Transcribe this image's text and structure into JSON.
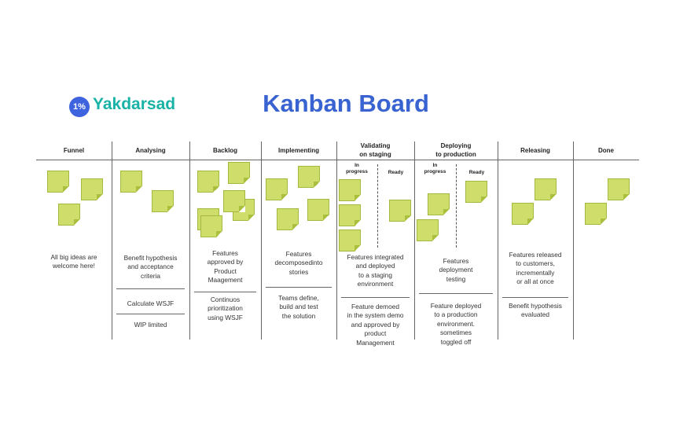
{
  "header": {
    "logo_mark": "1%",
    "logo_text": "Yakdarsad",
    "title": "Kanban Board"
  },
  "colors": {
    "accent": "#3a63d2",
    "brand": "#18b2a6",
    "sticky": "#cfdd6b"
  },
  "columns": [
    {
      "name": "Funnel",
      "texts": [
        "All big ideas are\nwelcome here!"
      ]
    },
    {
      "name": "Analysing",
      "texts": [
        "Benefit hypothesis\nand acceptance\ncriteria",
        "Calculate WSJF",
        "WIP limited"
      ]
    },
    {
      "name": "Backlog",
      "texts": [
        "Features\napproved by\nProduct\nMaagement",
        "Continuos\nprioritization\nusing WSJF"
      ]
    },
    {
      "name": "Implementing",
      "texts": [
        "Features\ndecomposedinto\nstories",
        "Teams define,\nbuild and test\nthe solution"
      ]
    },
    {
      "name": "Validating\non staging",
      "texts": [
        "Features integrated\nand deployed\nto a staging\nenvironment",
        "Feature demoed\nin the system demo\nand approved by\nproduct\nManagement"
      ],
      "sub": [
        "In\nprogress",
        "Ready"
      ]
    },
    {
      "name": "Deploying\nto production",
      "texts": [
        "Features\ndeployment\ntesting",
        "Feature deployed\nto a production\nenvironment.\nsometimes\ntoggled off"
      ],
      "sub": [
        "In\nprogress",
        "Ready"
      ]
    },
    {
      "name": "Releasing",
      "texts": [
        "Features released\nto customers,\nincrementally\nor all at once",
        "Benefit hypothesis\nevaluated"
      ]
    },
    {
      "name": "Done",
      "texts": []
    }
  ]
}
